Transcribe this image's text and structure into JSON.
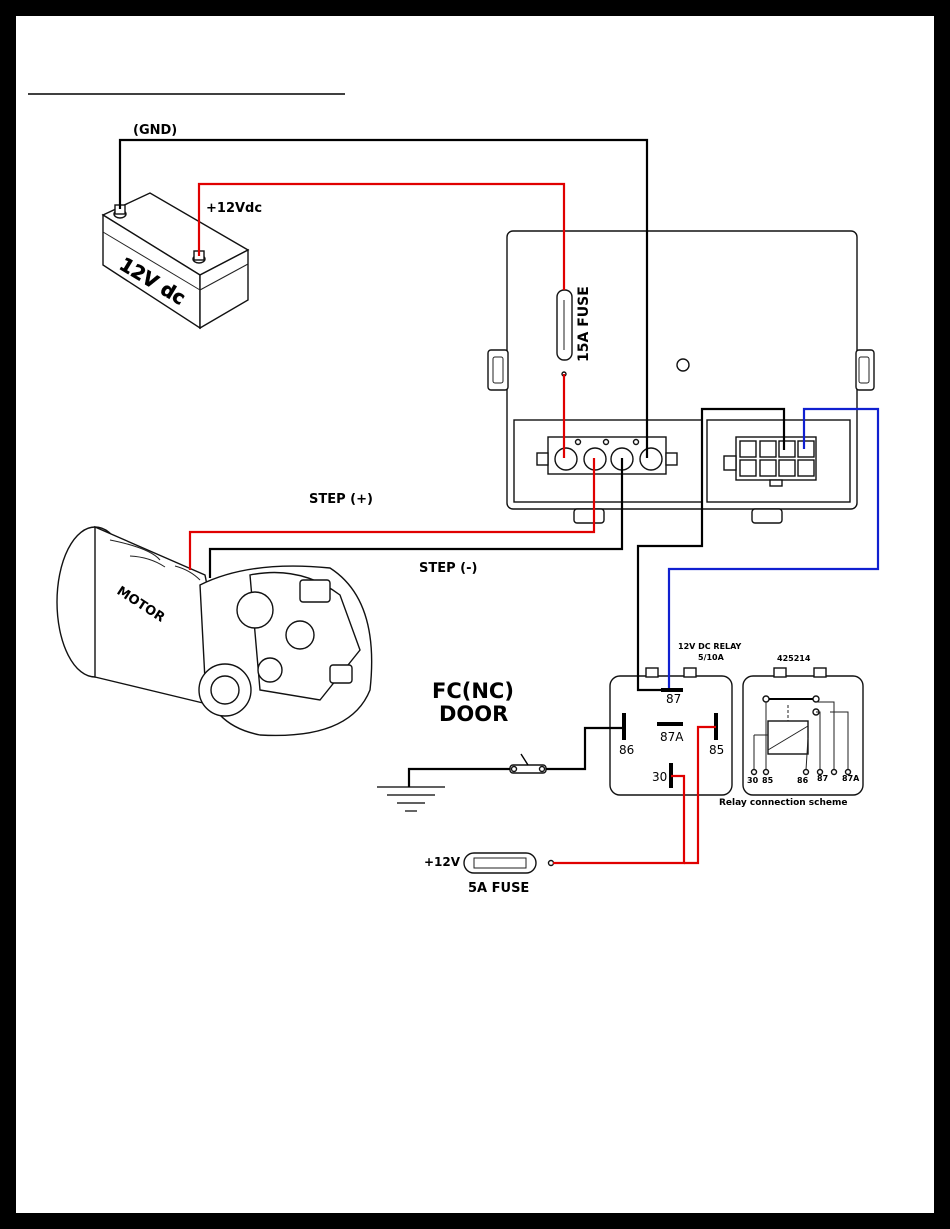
{
  "diagram": {
    "battery": {
      "label": "12V dc",
      "ground_label": "(GND)",
      "positive_label": "+12Vdc"
    },
    "control_unit": {
      "fuse_label": "15A FUSE"
    },
    "motor": {
      "label": "MOTOR",
      "step_plus_label": "STEP (+)",
      "step_minus_label": "STEP (-)"
    },
    "door_switch": {
      "line1": "FC(NC)",
      "line2": "DOOR"
    },
    "relay": {
      "title_line1": "12V DC RELAY",
      "title_line2": "5/10A",
      "pins": [
        "87",
        "87A",
        "86",
        "85",
        "30"
      ]
    },
    "relay_scheme": {
      "part_number": "425214",
      "caption": "Relay connection scheme",
      "pins": [
        "30",
        "85",
        "86",
        "87",
        "87A"
      ]
    },
    "supply": {
      "voltage_label": "+12V",
      "fuse_label": "5A FUSE"
    }
  },
  "colors": {
    "positive_wire": "#e00000",
    "ground_wire": "#000000",
    "signal_wire": "#1020d0"
  }
}
